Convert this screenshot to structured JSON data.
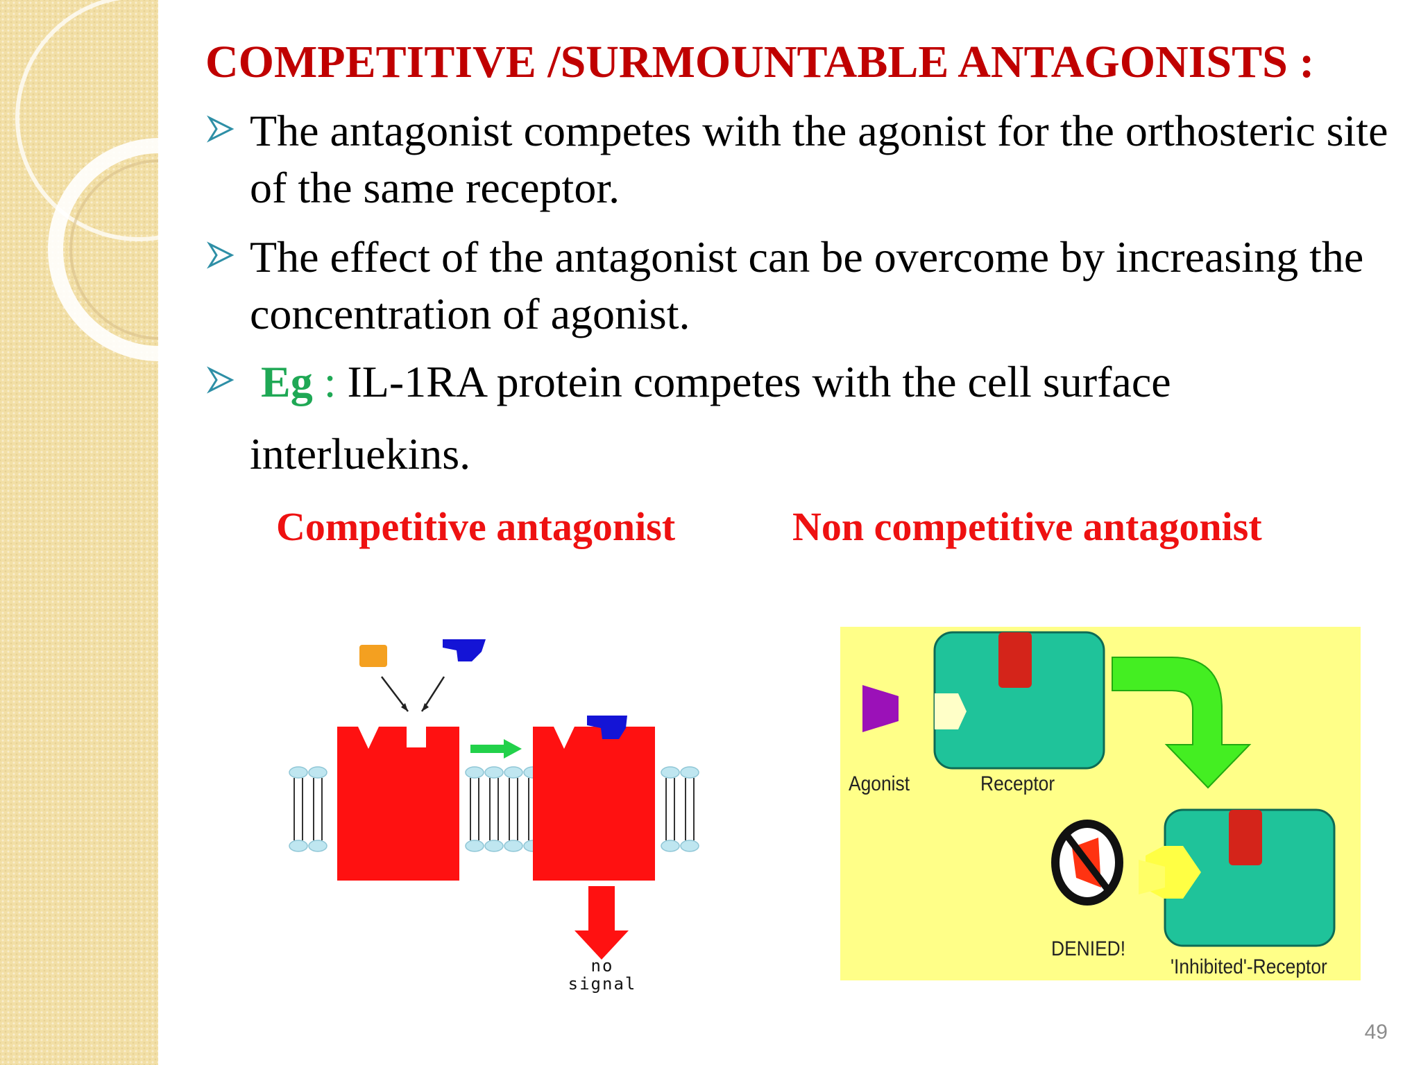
{
  "slide": {
    "title": "COMPETITIVE /SURMOUNTABLE ANTAGONISTS :",
    "bullets": [
      {
        "text": "The antagonist competes with the agonist for the orthosteric site of the same receptor."
      },
      {
        "text": "The effect of the antagonist can be overcome by increasing the concentration of agonist."
      },
      {
        "prefix": "Eg",
        "separator": " :",
        "text": " IL-1RA protein competes with the cell surface",
        "continuation": "interluekins."
      }
    ],
    "captions": {
      "left": "Competitive antagonist",
      "right": "Non competitive antagonist"
    },
    "figure_left": {
      "label": "no\nsignal"
    },
    "figure_right": {
      "labels": {
        "agonist": "Agonist",
        "receptor": "Receptor",
        "denied": "DENIED!",
        "inhibited": "'Inhibited'-Receptor"
      }
    },
    "page_number": "49"
  },
  "colors": {
    "title": "#c00000",
    "caption": "#ee1111",
    "eg": "#1fa855",
    "bullet_arrow": "#2e8fa6",
    "side_strip": "#f2dfa6",
    "figure_right_bg": "#ffff88",
    "receptor_teal": "#1fc39a",
    "membrane_red": "#ff1111"
  },
  "icons": {
    "bullet": "arrow-right-bullet-icon",
    "denied": "no-entry-icon"
  }
}
